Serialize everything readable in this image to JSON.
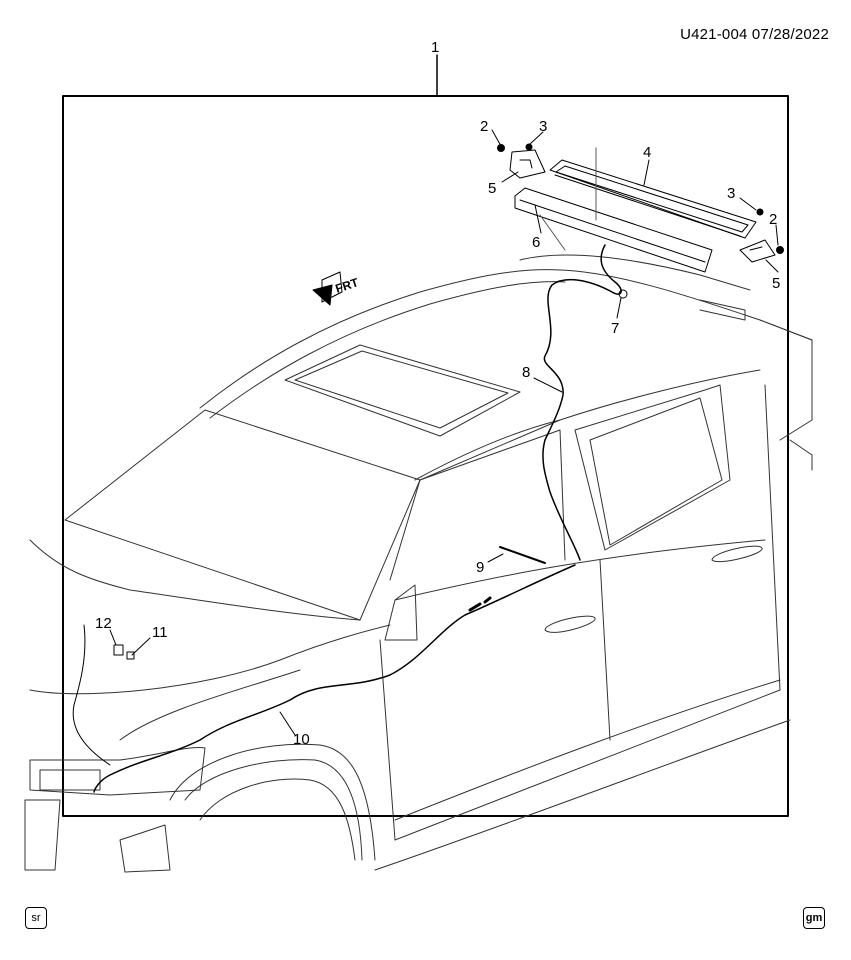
{
  "document_id": "U421-004 07/28/2022",
  "assembly_callout": "1",
  "callouts": [
    "2",
    "3",
    "5",
    "4",
    "3",
    "2",
    "5",
    "6",
    "7",
    "8",
    "9",
    "10",
    "11",
    "12"
  ],
  "front_indicator": "FRT",
  "footer": {
    "left_badge": "sr",
    "right_badge": "gm"
  }
}
